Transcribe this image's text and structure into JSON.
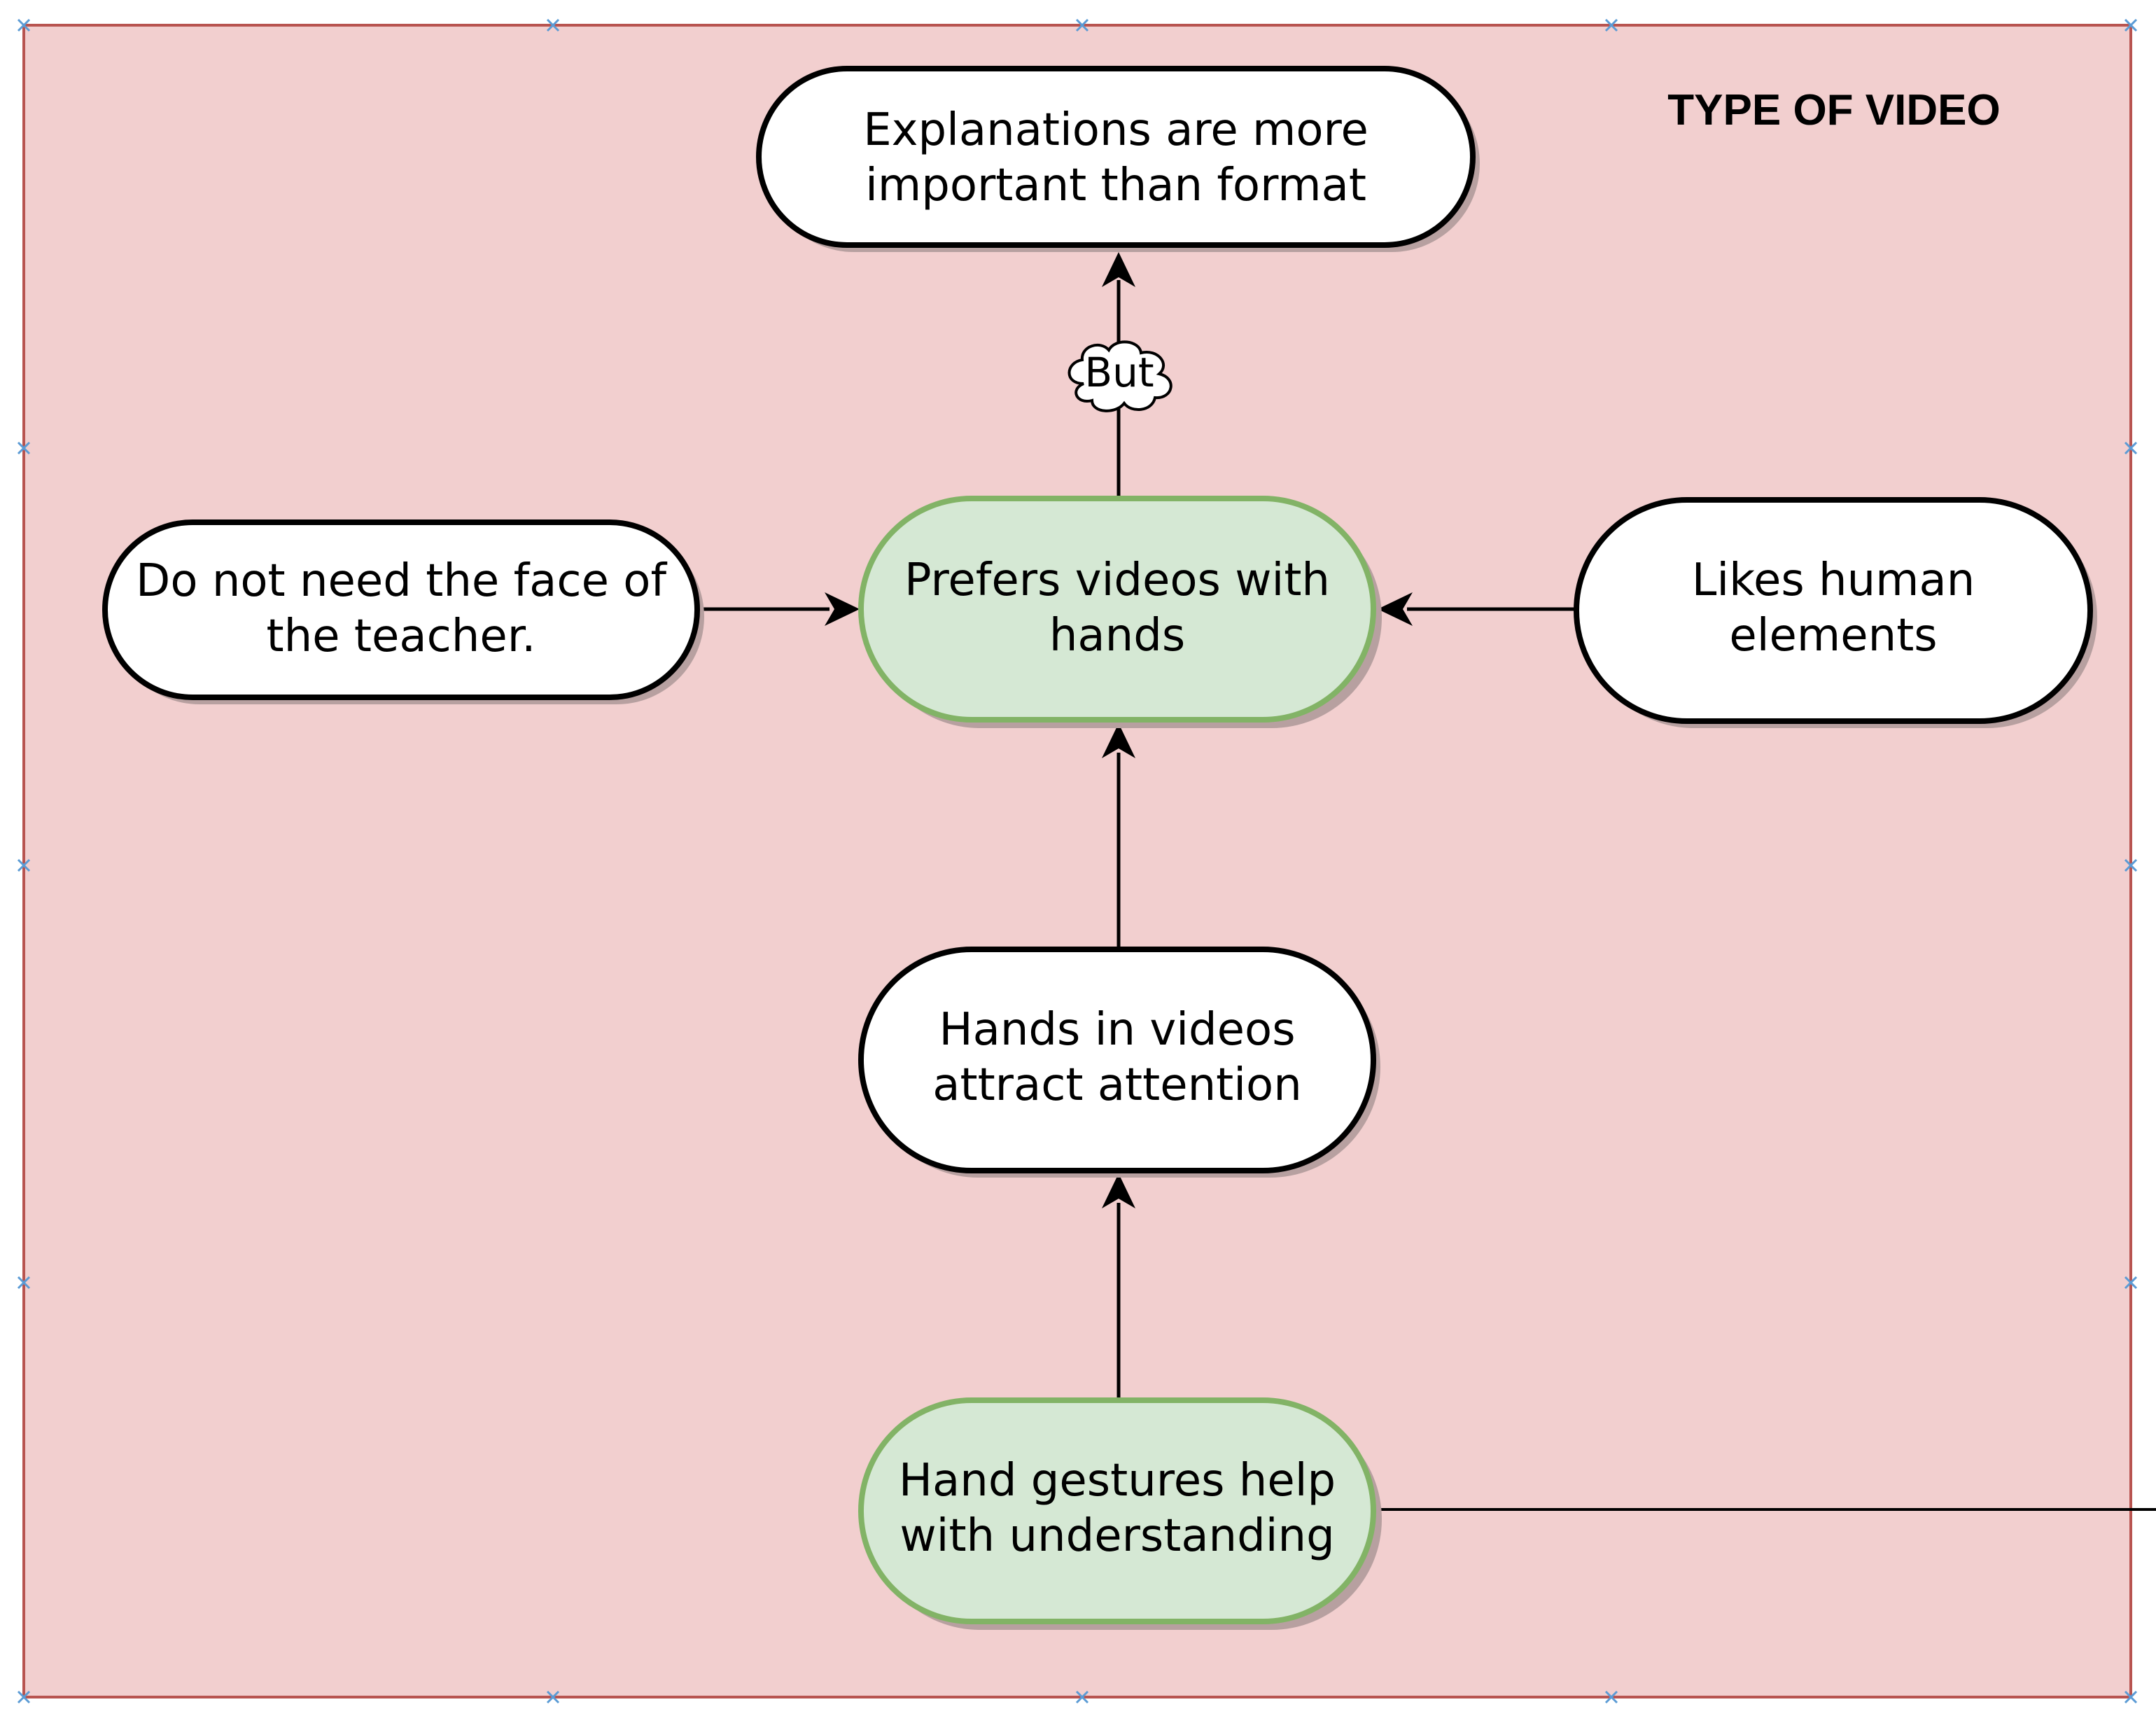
{
  "title": "TYPE OF VIDEO",
  "nodes": {
    "explanations": {
      "lines": [
        "Explanations are more",
        "important than format"
      ],
      "style": "white"
    },
    "prefers_hands": {
      "lines": [
        "Prefers videos with",
        "hands"
      ],
      "style": "green"
    },
    "no_face": {
      "lines": [
        "Do not need the face of",
        "the teacher."
      ],
      "style": "white"
    },
    "likes_human": {
      "lines": [
        "Likes human",
        "elements"
      ],
      "style": "white"
    },
    "hands_attract": {
      "lines": [
        "Hands in videos",
        "attract attention"
      ],
      "style": "white"
    },
    "hand_gestures": {
      "lines": [
        "Hand gestures help",
        "with understanding"
      ],
      "style": "green"
    }
  },
  "edge_label": "But",
  "colors": {
    "background": "#f2cfcf",
    "frame": "#b85450",
    "green_fill": "#d5e8d4",
    "green_stroke": "#82b366",
    "white_fill": "#ffffff",
    "node_stroke": "#000000",
    "shadow": "#b7a0a0",
    "handle": "#5b9bd5"
  }
}
